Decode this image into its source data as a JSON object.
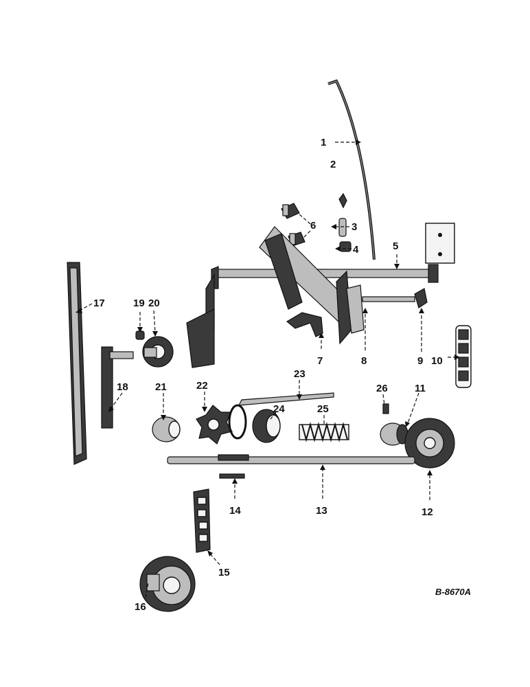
{
  "diagram": {
    "drawing_code": "B-8670A",
    "callouts": [
      "1",
      "2",
      "3",
      "4",
      "5",
      "6",
      "7",
      "8",
      "9",
      "10",
      "11",
      "12",
      "13",
      "14",
      "15",
      "16",
      "17",
      "18",
      "19",
      "20",
      "21",
      "22",
      "23",
      "24",
      "25",
      "26"
    ]
  }
}
